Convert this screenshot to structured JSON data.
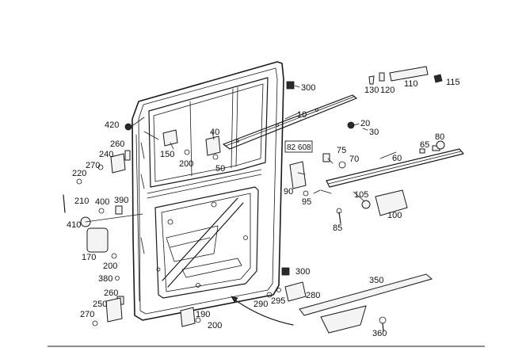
{
  "labels": {
    "p10": "10",
    "p20": "20",
    "p30": "30",
    "p40": "40",
    "p50": "50",
    "p60": "60",
    "p65": "65",
    "p70": "70",
    "p75": "75",
    "p80": "80",
    "p85": "85",
    "p90": "90",
    "p95": "95",
    "p100": "100",
    "p105": "105",
    "p110": "110",
    "p115": "115",
    "p120": "120",
    "p130": "130",
    "p150": "150",
    "p170": "170",
    "p190": "190",
    "p200a": "200",
    "p200b": "200",
    "p200c": "200",
    "p210": "210",
    "p220": "220",
    "p240": "240",
    "p250": "250",
    "p260a": "260",
    "p260b": "260",
    "p270a": "270",
    "p270b": "270",
    "p280": "280",
    "p290": "290",
    "p295": "295",
    "p300a": "300",
    "p300b": "300",
    "p350": "350",
    "p360": "360",
    "p380": "380",
    "p390": "390",
    "p400": "400",
    "p410": "410",
    "p420": "420",
    "ref": "82 608"
  }
}
